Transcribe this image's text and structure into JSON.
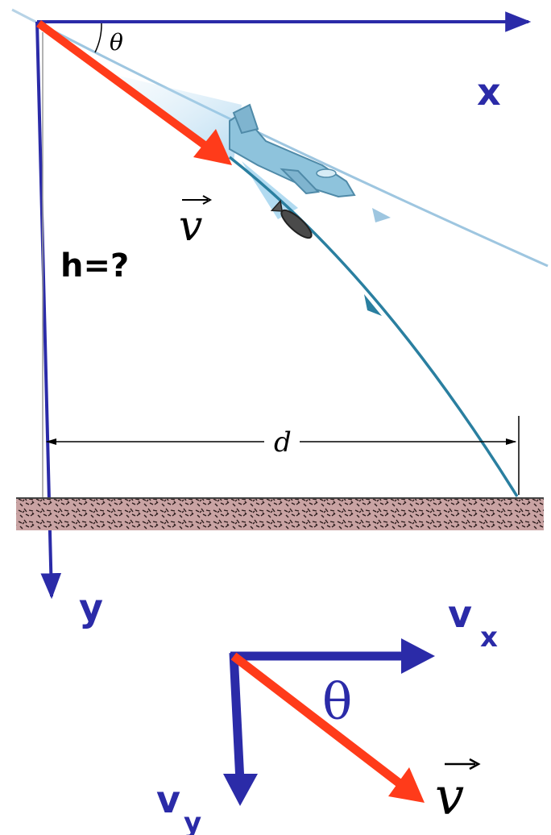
{
  "labels": {
    "theta_top": "θ",
    "x_axis": "x",
    "y_axis": "y",
    "v_vector": "v",
    "height_question": "h=?",
    "distance": "d",
    "vx_base": "v",
    "vx_sub": "x",
    "vy_base": "v",
    "vy_sub": "y",
    "theta_bottom": "θ",
    "v_vector_bottom": "v"
  },
  "colors": {
    "axis_blue": "#2b2ba8",
    "velocity_red": "#ff3b1a",
    "plane_path": "#9ec6e0",
    "bomb_path": "#2a7fa0",
    "ground": "#c7a0a0"
  }
}
